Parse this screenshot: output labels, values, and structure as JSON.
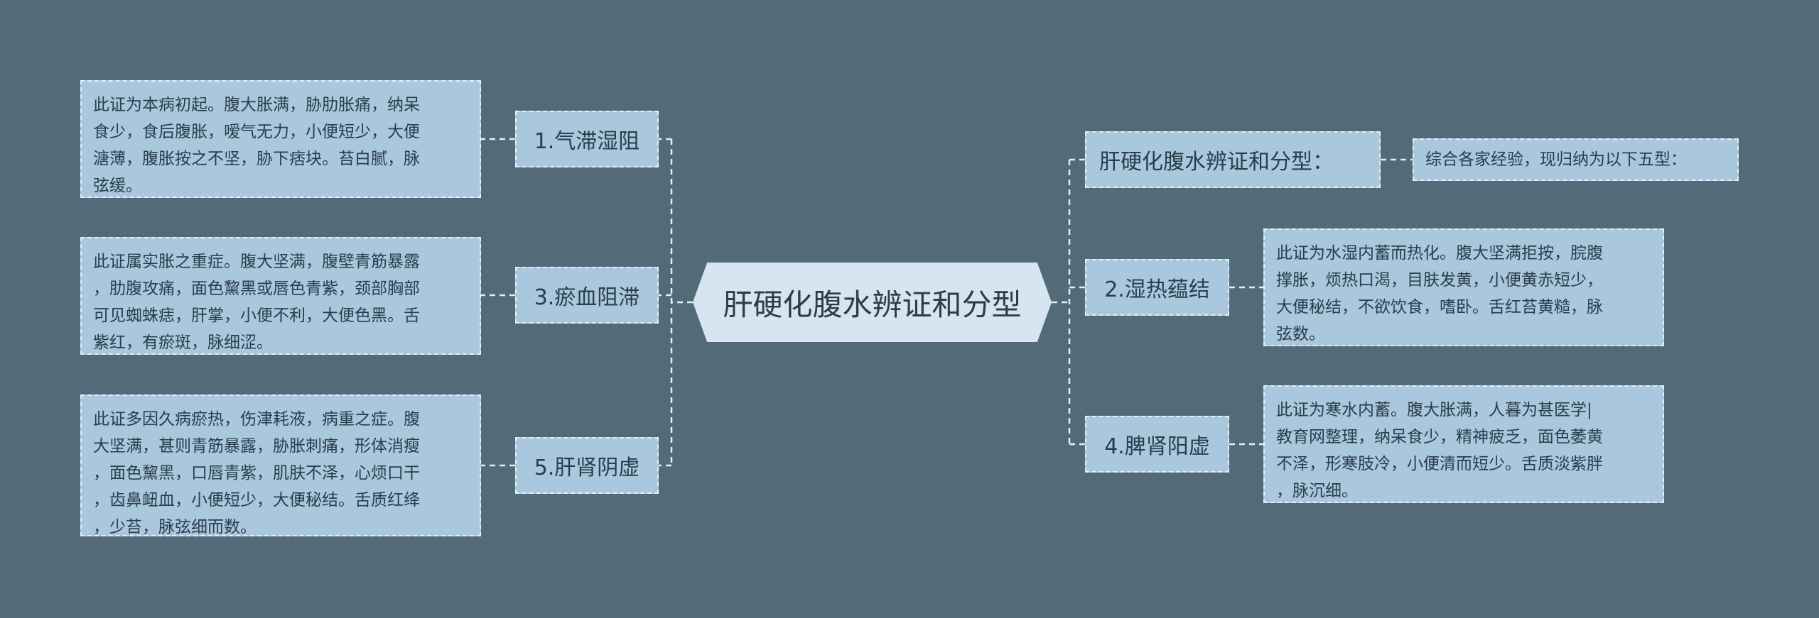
{
  "center": {
    "label": "肝硬化腹水辨证和分型"
  },
  "left": [
    {
      "label": "1.气滞湿阻",
      "lines": [
        "此证为本病初起。腹大胀满，胁肋胀痛，纳呆",
        "食少，食后腹胀，嗳气无力，小便短少，大便",
        "溏薄，腹胀按之不坚，胁下痞块。苔白腻，脉",
        "弦缓。"
      ]
    },
    {
      "label": "3.瘀血阻滞",
      "lines": [
        "此证属实胀之重症。腹大坚满，腹壁青筋暴露",
        "，肋腹攻痛，面色黧黑或唇色青紫，颈部胸部",
        "可见蜘蛛痣，肝掌，小便不利，大便色黑。舌",
        "紫红，有瘀斑，脉细涩。"
      ]
    },
    {
      "label": "5.肝肾阴虚",
      "lines": [
        "此证多因久病瘀热，伤津耗液，病重之症。腹",
        "大坚满，甚则青筋暴露，胁胀刺痛，形体消瘦",
        "，面色黧黑，口唇青紫，肌肤不泽，心烦口干",
        "，齿鼻衄血，小便短少，大便秘结。舌质红绛",
        "，少苔，脉弦细而数。"
      ]
    }
  ],
  "right": [
    {
      "label": "肝硬化腹水辨证和分型：",
      "lines": [
        "综合各家经验，现归纳为以下五型："
      ]
    },
    {
      "label": "2.湿热蕴结",
      "lines": [
        "此证为水湿内蓄而热化。腹大坚满拒按，脘腹",
        "撑胀，烦热口渴，目肤发黄，小便黄赤短少，",
        "大便秘结，不欲饮食，嗜卧。舌红苔黄糙，脉",
        "弦数。"
      ]
    },
    {
      "label": "4.脾肾阳虚",
      "lines": [
        "此证为寒水内蓄。腹大胀满，人暮为甚医学|",
        "教育网整理，纳呆食少，精神疲乏，面色萎黄",
        "不泽，形寒肢冷，小便清而短少。舌质淡紫胖",
        "，脉沉细。"
      ]
    }
  ],
  "colors": {
    "background": "#536a78",
    "node_fill": "#a9c7dd",
    "center_fill": "#d6e6f0",
    "connector": "#e6eff5"
  }
}
